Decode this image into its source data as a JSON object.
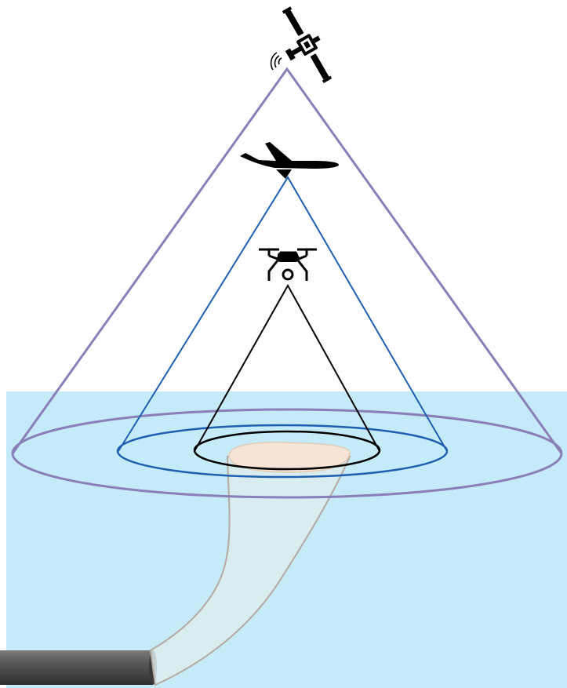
{
  "diagram": {
    "platforms": [
      {
        "id": "satellite",
        "icon": "satellite-icon",
        "footprint": "large"
      },
      {
        "id": "aircraft",
        "icon": "airplane-icon",
        "footprint": "medium"
      },
      {
        "id": "drone",
        "icon": "drone-icon",
        "footprint": "small"
      }
    ],
    "colors": {
      "water": "#c5eaf8",
      "satellite_cone": "#8a7fb8",
      "aircraft_cone": "#1f5fb0",
      "drone_cone": "#000000",
      "plume_fill": "#dcecef",
      "plume_edge": "#b5a9a0",
      "plume_top": "#f6e5d7",
      "pipe": "#4a4a4a"
    }
  }
}
